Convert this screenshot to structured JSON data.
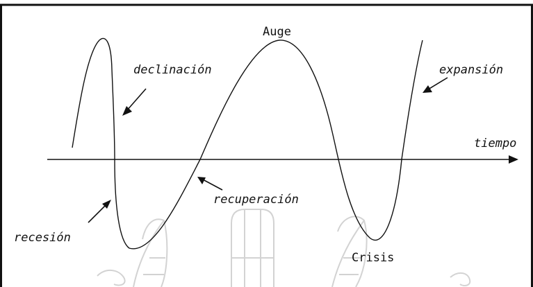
{
  "diagram": {
    "labels": {
      "peak": "Auge",
      "decline": "declinación",
      "expansion": "expansión",
      "time": "tiempo",
      "recovery": "recuperación",
      "recession": "recesión",
      "crisis": "Crisis"
    },
    "colors": {
      "ink": "#111111",
      "watermark": "#bbbbbb"
    }
  }
}
